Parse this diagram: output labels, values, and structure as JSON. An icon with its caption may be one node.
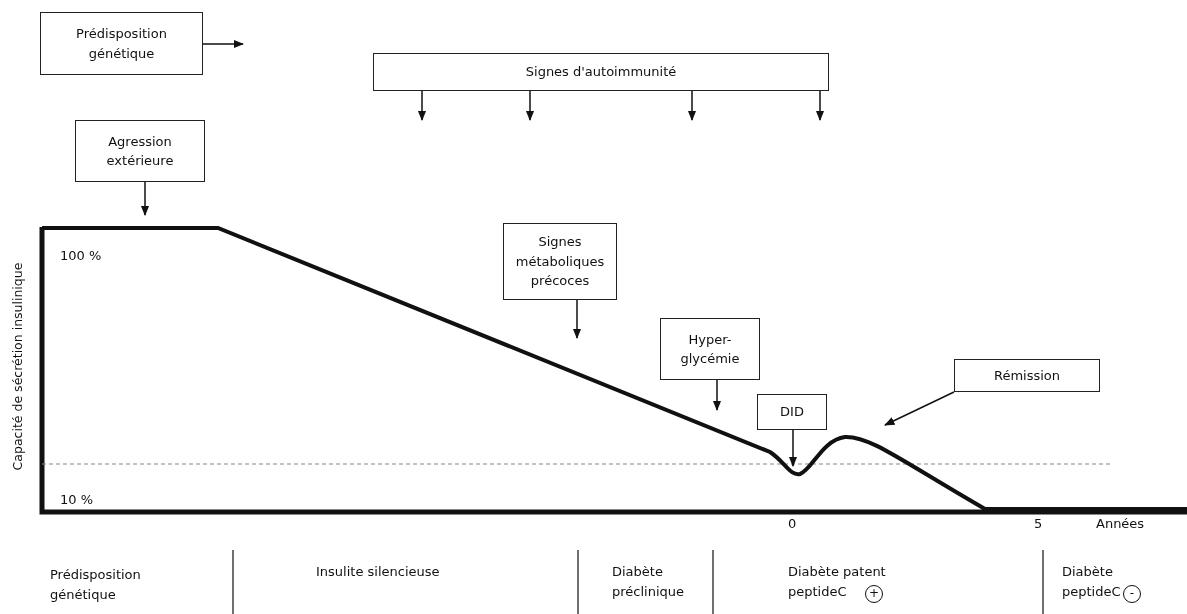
{
  "diagram": {
    "nodes": [
      {
        "text": [
          "Prédisposition génétique"
        ]
      },
      {
        "text": [
          "Signes d'autoimmunité"
        ]
      },
      {
        "text": [
          "Agression extérieure"
        ]
      },
      {
        "text": [
          "Signes métaboliques précoces"
        ]
      },
      {
        "text": [
          "Hyper- glycémie"
        ]
      },
      {
        "text": [
          "DID"
        ]
      },
      {
        "text": [
          "Rémission"
        ]
      }
    ],
    "edges": [
      {
        "from": 0,
        "to": null,
        "arrow": "to"
      },
      {
        "from": 1,
        "to": null,
        "arrow": "to"
      },
      {
        "from": 1,
        "to": null,
        "arrow": "to"
      },
      {
        "from": 1,
        "to": null,
        "arrow": "to"
      },
      {
        "from": 1,
        "to": null,
        "arrow": "to"
      },
      {
        "from": 2,
        "to": null,
        "arrow": "to"
      },
      {
        "from": 3,
        "to": null,
        "arrow": "to"
      },
      {
        "from": 4,
        "to": null,
        "arrow": "to"
      },
      {
        "from": 5,
        "to": null,
        "arrow": "to"
      },
      {
        "from": 6,
        "to": null,
        "arrow": "to"
      }
    ],
    "labels": [
      "Capacité de sécrétion insulinique",
      "100 %",
      "10 %",
      "0",
      "5",
      "Années",
      "Prédisposition génétique",
      "Insulite silencieuse",
      "Diabète préclinique",
      "Diabète patent peptideC",
      "+",
      "Diabète peptideC",
      "-"
    ]
  }
}
